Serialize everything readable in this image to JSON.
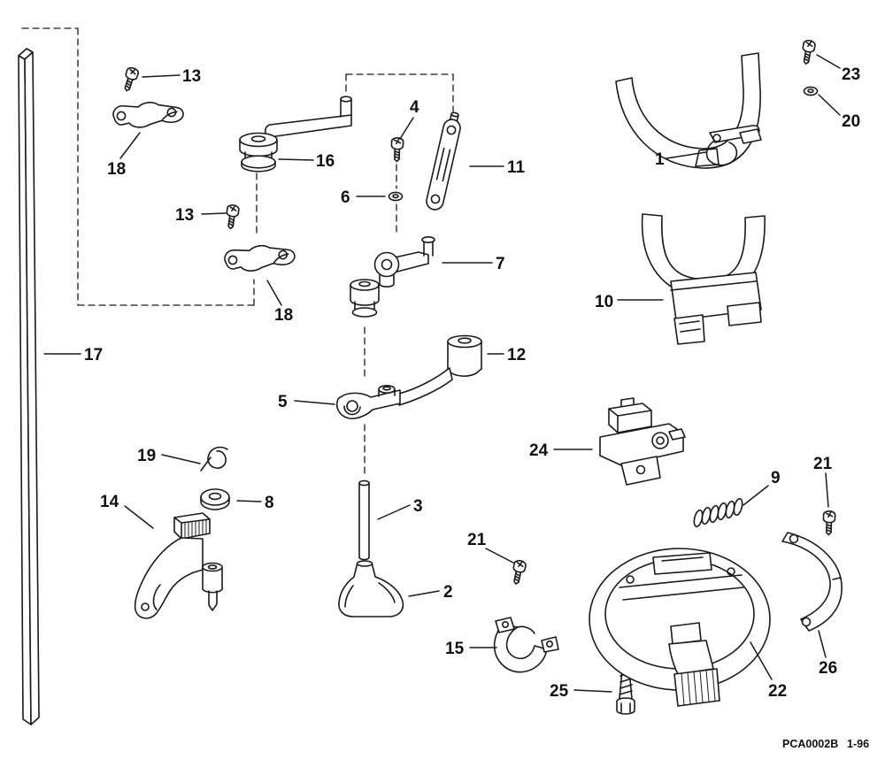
{
  "colors": {
    "ink": "#1a1a1a",
    "paper": "#ffffff"
  },
  "footer": {
    "code": "PCA0002B",
    "revision": "1-96"
  },
  "callouts": [
    {
      "part": "screw-13-upper",
      "label": "13"
    },
    {
      "part": "lever-18-upper",
      "label": "18"
    },
    {
      "part": "link-arm-16",
      "label": "16"
    },
    {
      "part": "screw-4",
      "label": "4"
    },
    {
      "part": "link-11",
      "label": "11"
    },
    {
      "part": "washer-6",
      "label": "6"
    },
    {
      "part": "screw-13-lower",
      "label": "13"
    },
    {
      "part": "lever-18-lower",
      "label": "18"
    },
    {
      "part": "cam-arm-7",
      "label": "7"
    },
    {
      "part": "bushing-12",
      "label": "12"
    },
    {
      "part": "arm-5",
      "label": "5"
    },
    {
      "part": "shaft-17",
      "label": "17"
    },
    {
      "part": "clip-19",
      "label": "19"
    },
    {
      "part": "grommet-8",
      "label": "8"
    },
    {
      "part": "bracket-14",
      "label": "14"
    },
    {
      "part": "rod-3",
      "label": "3"
    },
    {
      "part": "boot-2",
      "label": "2"
    },
    {
      "part": "screw-21-left",
      "label": "21"
    },
    {
      "part": "clamp-15",
      "label": "15"
    },
    {
      "part": "screw-25",
      "label": "25"
    },
    {
      "part": "housing-22",
      "label": "22"
    },
    {
      "part": "segment-26",
      "label": "26"
    },
    {
      "part": "spring-9",
      "label": "9"
    },
    {
      "part": "screw-21-right",
      "label": "21"
    },
    {
      "part": "latch-24",
      "label": "24"
    },
    {
      "part": "shift-yoke-1",
      "label": "1"
    },
    {
      "part": "screw-23",
      "label": "23"
    },
    {
      "part": "washer-20",
      "label": "20"
    },
    {
      "part": "yoke-10",
      "label": "10"
    }
  ]
}
